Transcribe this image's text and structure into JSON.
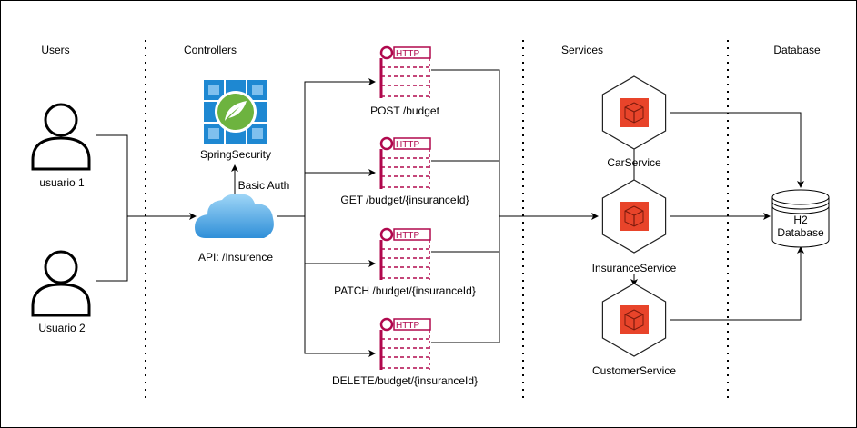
{
  "columns": {
    "users": "Users",
    "controllers": "Controllers",
    "services": "Services",
    "database": "Database"
  },
  "users": [
    {
      "name": "usuario 1"
    },
    {
      "name": "Usuario 2"
    }
  ],
  "security": {
    "name": "SpringSecurity",
    "edge_label": "Basic Auth"
  },
  "api": {
    "name": "API: /Insurence"
  },
  "endpoints": [
    {
      "badge": "HTTP",
      "label": "POST /budget"
    },
    {
      "badge": "HTTP",
      "label": "GET /budget/{insuranceId}"
    },
    {
      "badge": "HTTP",
      "label": "PATCH /budget/{insuranceId}"
    },
    {
      "badge": "HTTP",
      "label": "DELETE/budget/{insuranceId}"
    }
  ],
  "services": [
    {
      "name": "CarService"
    },
    {
      "name": "InsuranceService"
    },
    {
      "name": "CustomerService"
    }
  ],
  "database": {
    "line1": "H2",
    "line2": "Database"
  },
  "colors": {
    "http": "#b0084d",
    "service": "#e8442a",
    "spring_blue": "#1e88d2",
    "spring_green": "#6db33f",
    "cloud": "#3da5e8"
  }
}
